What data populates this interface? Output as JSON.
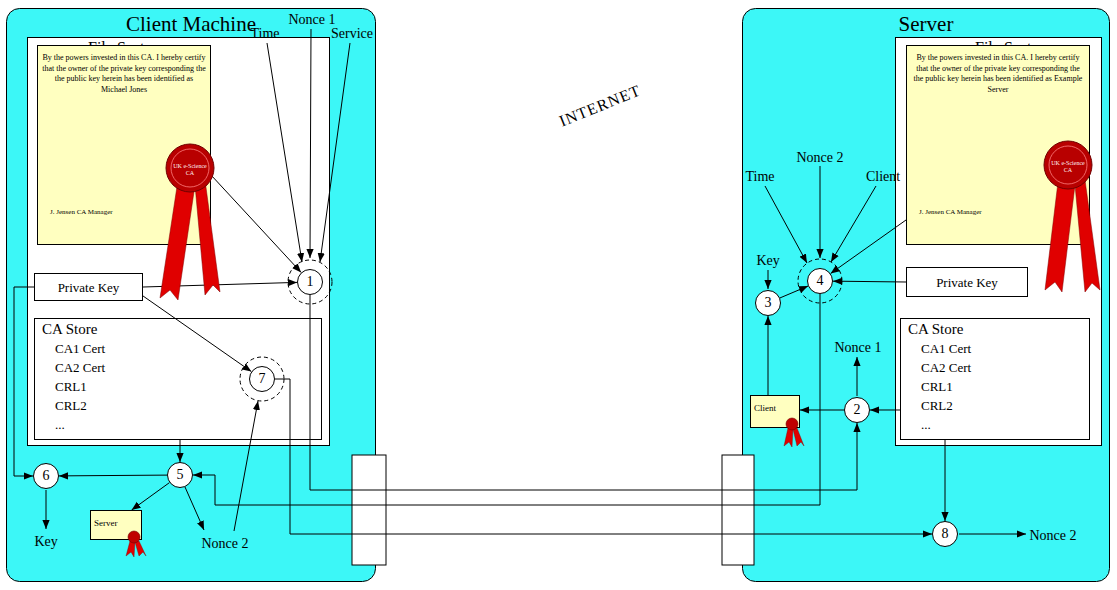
{
  "diagram": {
    "nodes": [
      {
        "text": [
          "Client Machine"
        ]
      },
      {
        "text": [
          "File System"
        ],
        "in": 0
      },
      {
        "text": [
          "By the powers invested in this CA. I hereby certify that the owner of the private key corresponding the the public key herein has been identified as Michael Jones",
          "J. Jensen CA Manager"
        ],
        "in": 1
      },
      {
        "text": [
          "Private Key"
        ],
        "in": 1
      },
      {
        "text": [
          "CA Store",
          "CA1 Cert",
          "CA2 Cert",
          "CRL1",
          "CRL2",
          "..."
        ],
        "in": 1
      },
      {
        "text": [
          "1"
        ],
        "in": 0
      },
      {
        "text": [
          "7"
        ],
        "in": 0
      },
      {
        "text": [
          "6"
        ],
        "in": 0
      },
      {
        "text": [
          "5"
        ],
        "in": 0
      },
      {
        "text": [
          "Server"
        ],
        "in": 0
      },
      {
        "text": [
          "Server"
        ]
      },
      {
        "text": [
          "File System"
        ],
        "in": 10
      },
      {
        "text": [
          "By the powers invested in this CA. I hereby certify that the owner of the private key corresponding the the public key herein has been identified as Example Server",
          "J. Jensen CA Manager"
        ],
        "in": 11
      },
      {
        "text": [
          "Private Key"
        ],
        "in": 11
      },
      {
        "text": [
          "CA Store",
          "CA1 Cert",
          "CA2 Cert",
          "CRL1",
          "CRL2",
          "..."
        ],
        "in": 11
      },
      {
        "text": [
          "3"
        ],
        "in": 10
      },
      {
        "text": [
          "4"
        ],
        "in": 10
      },
      {
        "text": [
          "2"
        ],
        "in": 10
      },
      {
        "text": [
          "Client"
        ],
        "in": 10
      },
      {
        "text": [
          "8"
        ],
        "in": 10
      }
    ],
    "edges": [
      {
        "from": 2,
        "to": 5,
        "arrow": "to"
      },
      {
        "from": 3,
        "to": 5,
        "arrow": "to"
      },
      {
        "from": 5,
        "to": 17,
        "arrow": "to"
      },
      {
        "from": 17,
        "to": 18,
        "arrow": "to"
      },
      {
        "from": 14,
        "to": 17,
        "arrow": "to"
      },
      {
        "from": 18,
        "to": 15,
        "arrow": "to"
      },
      {
        "from": 15,
        "to": 16,
        "arrow": "to"
      },
      {
        "from": 12,
        "to": 16,
        "arrow": "to"
      },
      {
        "from": 13,
        "to": 16,
        "arrow": "to"
      },
      {
        "from": 16,
        "to": 8,
        "arrow": "to"
      },
      {
        "from": 4,
        "to": 8,
        "arrow": "to"
      },
      {
        "from": 8,
        "to": 7,
        "arrow": "to"
      },
      {
        "from": 3,
        "to": 7,
        "arrow": "to"
      },
      {
        "from": 8,
        "to": 9,
        "arrow": "to"
      },
      {
        "from": 3,
        "to": 6,
        "arrow": "to"
      },
      {
        "from": 6,
        "to": 19,
        "arrow": "to"
      },
      {
        "from": 14,
        "to": 19,
        "arrow": "to"
      }
    ],
    "labels": [
      "Nonce 1",
      "Time",
      "Service",
      "UK e-Science CA",
      "Key",
      "Nonce 2",
      "INTERNET",
      "Key",
      "Time",
      "Nonce 2",
      "Client",
      "UK e-Science CA",
      "Nonce 1",
      "Nonce 2"
    ]
  }
}
